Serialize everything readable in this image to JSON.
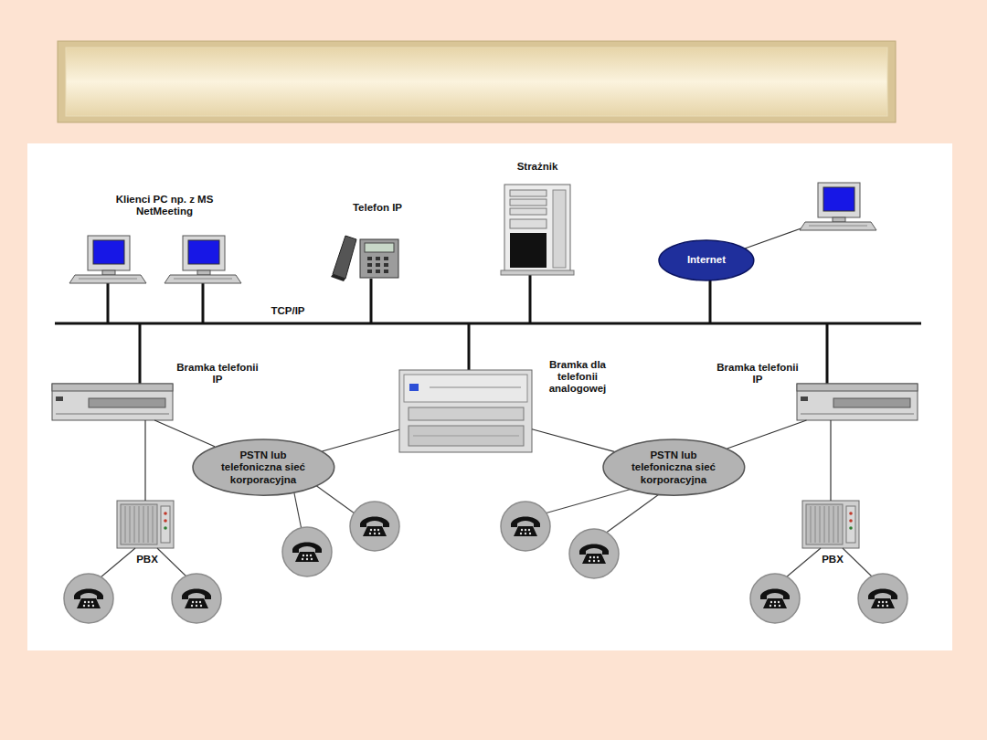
{
  "diagram": {
    "nodes": [
      {
        "text": [
          "Internet"
        ]
      },
      {
        "text": [
          "Bramka telefonii IP"
        ]
      },
      {
        "text": [
          "Bramka dla telefonii analogowej"
        ]
      },
      {
        "text": [
          "Bramka telefonii IP"
        ]
      },
      {
        "text": [
          "PSTN lub telefoniczna sieć korporacyjna"
        ]
      },
      {
        "text": [
          "PSTN lub telefoniczna sieć korporacyjna"
        ]
      },
      {
        "text": [
          "PBX"
        ]
      },
      {
        "text": [
          "PBX"
        ]
      }
    ],
    "edges": [
      {
        "from": 1,
        "to": 4,
        "arrow": "none"
      },
      {
        "from": 2,
        "to": 4,
        "arrow": "none"
      },
      {
        "from": 2,
        "to": 5,
        "arrow": "none"
      },
      {
        "from": 3,
        "to": 5,
        "arrow": "none"
      },
      {
        "from": 1,
        "to": 6,
        "arrow": "none"
      },
      {
        "from": 3,
        "to": 7,
        "arrow": "none"
      }
    ],
    "labels": [
      "Klienci PC np. z MS NetMeeting",
      "Telefon IP",
      "Strażnik",
      "TCP/IP"
    ]
  }
}
